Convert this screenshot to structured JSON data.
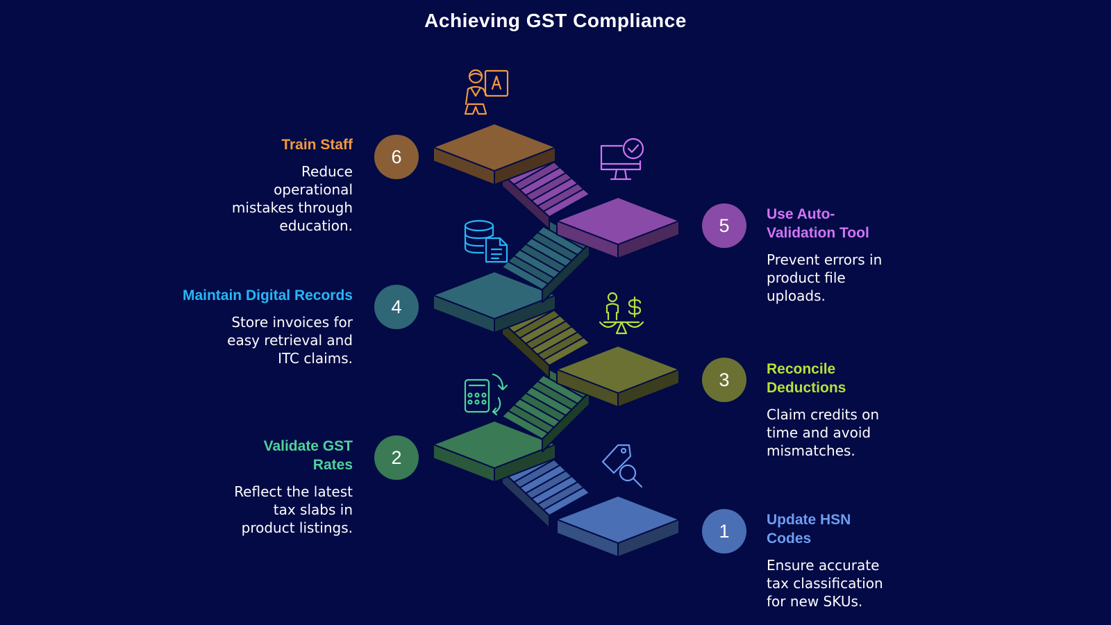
{
  "title": "Achieving GST Compliance",
  "steps": [
    {
      "number": "1",
      "title": "Update HSN Codes",
      "description": "Ensure accurate tax classification for new SKUs.",
      "color": "#4a6fb5",
      "title_color": "#6f9df0",
      "icon": "price-tag-search-icon"
    },
    {
      "number": "2",
      "title": "Validate GST Rates",
      "description": "Reflect the latest tax slabs in product listings.",
      "color": "#3a7a55",
      "title_color": "#4fd39a",
      "icon": "calculator-refresh-icon"
    },
    {
      "number": "3",
      "title": "Reconcile Deductions",
      "description": "Claim credits on time and avoid mismatches.",
      "color": "#6b7133",
      "title_color": "#b6e23a",
      "icon": "person-balance-scale-icon"
    },
    {
      "number": "4",
      "title": "Maintain Digital Records",
      "description": "Store invoices for easy retrieval and ITC claims.",
      "color": "#2f6777",
      "title_color": "#27b7f5",
      "icon": "database-document-icon"
    },
    {
      "number": "5",
      "title": "Use Auto-Validation Tool",
      "description": "Prevent errors in product file uploads.",
      "color": "#8a4aa8",
      "title_color": "#d274f5",
      "icon": "monitor-checkmark-icon"
    },
    {
      "number": "6",
      "title": "Train Staff",
      "description": "Reduce operational mistakes through education.",
      "color": "#8a5f36",
      "title_color": "#f29a3e",
      "icon": "teacher-board-icon"
    }
  ]
}
